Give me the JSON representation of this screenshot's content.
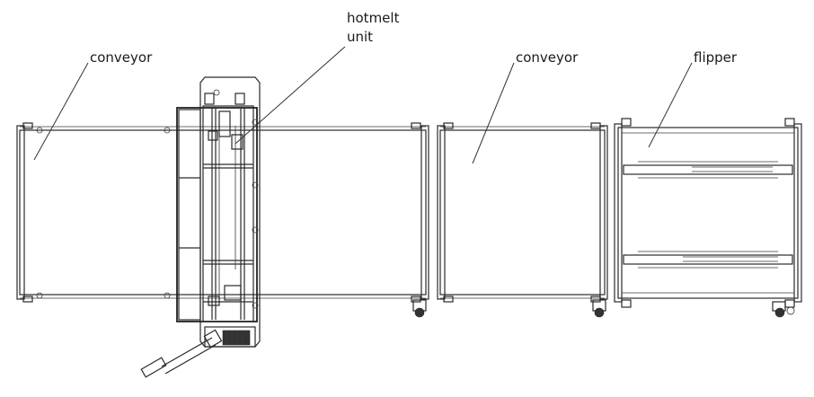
{
  "labels": {
    "conveyor_left": "conveyor",
    "hotmelt_line1": "hotmelt",
    "hotmelt_line2": "unit",
    "conveyor_middle": "conveyor",
    "flipper": "flipper"
  }
}
